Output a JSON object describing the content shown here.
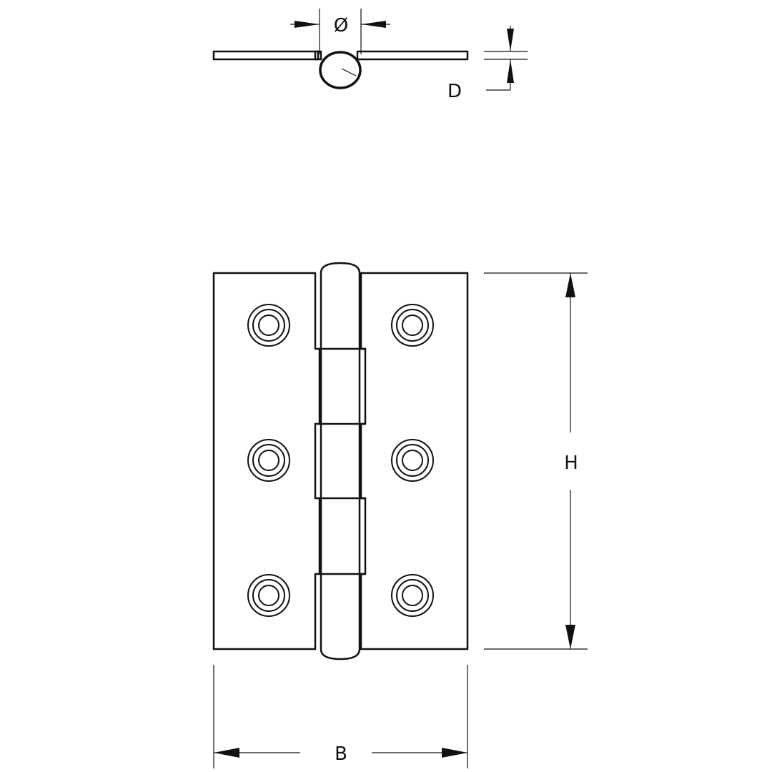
{
  "labels": {
    "diameter": "Ø",
    "depth": "D",
    "height": "H",
    "width": "B"
  },
  "colors": {
    "line": "#111111",
    "background": "#ffffff"
  }
}
